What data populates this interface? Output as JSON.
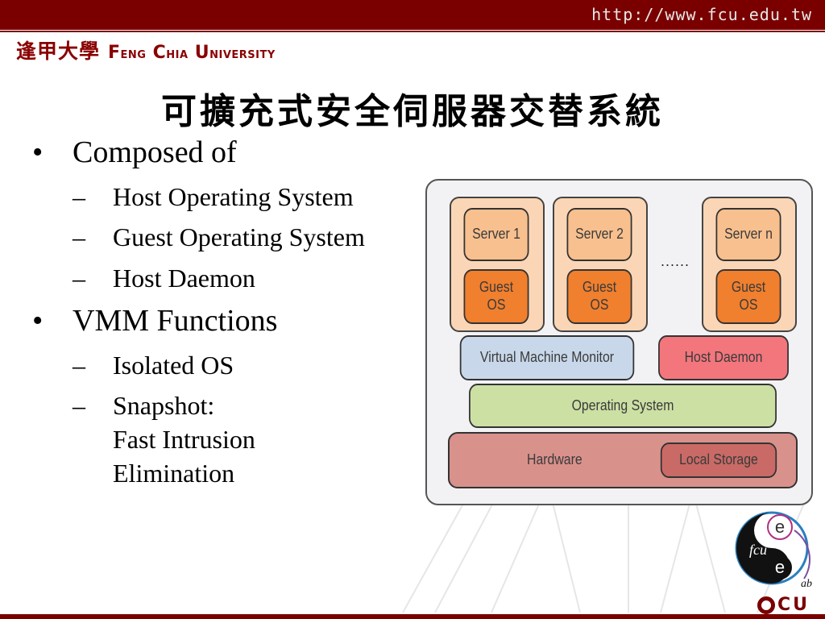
{
  "header": {
    "url": "http://www.fcu.edu.tw",
    "brand_zh": "逢甲大學",
    "brand_en_parts": [
      "F",
      "ENG",
      " C",
      "HIA",
      " U",
      "NIVERSITY"
    ]
  },
  "title": "可擴充式安全伺服器交替系統",
  "bullets": [
    {
      "text": "Composed of",
      "sub": [
        "Host Operating System",
        "Guest Operating System",
        "Host Daemon"
      ]
    },
    {
      "text": "VMM Functions",
      "sub": [
        "Isolated OS",
        "Snapshot:\nFast Intrusion\nElimination"
      ]
    }
  ],
  "symbols": {
    "bullet": "•",
    "dash": "–"
  },
  "diagram": {
    "vms": [
      {
        "server": "Server 1",
        "guest": "Guest\nOS"
      },
      {
        "server": "Server 2",
        "guest": "Guest\nOS"
      },
      {
        "server": "Server n",
        "guest": "Guest\nOS"
      }
    ],
    "ellipsis": "......",
    "vmm": "Virtual Machine Monitor",
    "daemon": "Host Daemon",
    "os": "Operating System",
    "hardware": "Hardware",
    "storage": "Local Storage",
    "colors": {
      "vm_bg": "#fbd6b6",
      "server": "#f8c08e",
      "guest": "#f07f2e",
      "vmm": "#c8d8ea",
      "daemon": "#f3767c",
      "os": "#cce0a4",
      "hardware": "#d9918c",
      "storage": "#c96a66"
    }
  },
  "logo": {
    "letters": [
      "e",
      "e"
    ],
    "script": "fcu",
    "ab": "ab",
    "brand": "CU"
  },
  "theme": {
    "brand_color": "#7a0000"
  }
}
